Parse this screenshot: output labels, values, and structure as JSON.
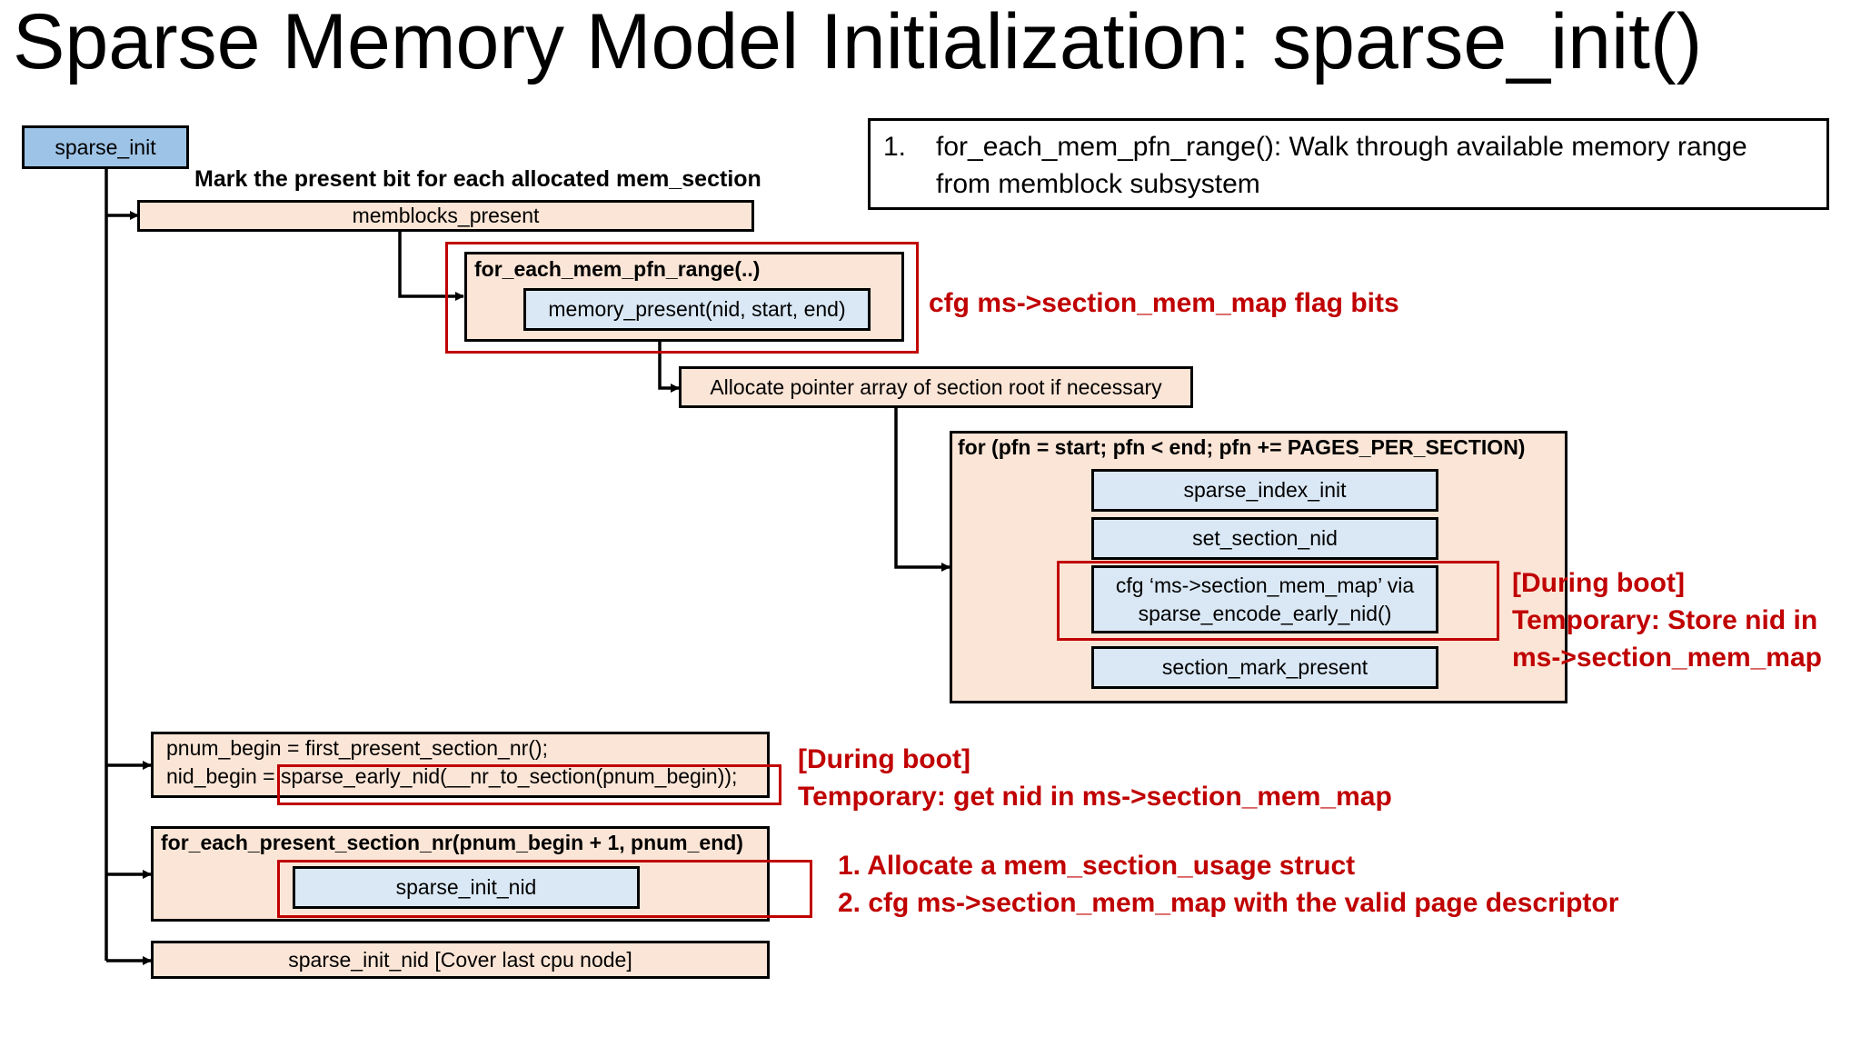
{
  "title": "Sparse Memory Model Initialization: sparse_init()",
  "root": "sparse_init",
  "mark_caption": "Mark the present bit for each allocated mem_section",
  "memblocks_present": "memblocks_present",
  "for_each_mem_pfn_range": "for_each_mem_pfn_range(..)",
  "memory_present": "memory_present(nid, start, end)",
  "flag_note": "cfg ms->section_mem_map flag bits",
  "allocate_root": "Allocate pointer array of section root if necessary",
  "for_pfn_loop": "for (pfn = start; pfn < end; pfn += PAGES_PER_SECTION)",
  "sparse_index_init": "sparse_index_init",
  "set_section_nid": "set_section_nid",
  "cfg_mem_map_line1": "cfg ‘ms->section_mem_map’ via",
  "cfg_mem_map_line2": "sparse_encode_early_nid()",
  "section_mark_present": "section_mark_present",
  "boot_note_1": {
    "line1": "[During boot]",
    "line2": "Temporary: Store nid in",
    "line3": "ms->section_mem_map"
  },
  "pnum_line1": "pnum_begin = first_present_section_nr();",
  "pnum_line2": "nid_begin = sparse_early_nid(__nr_to_section(pnum_begin));",
  "boot_note_2": {
    "line1": "[During boot]",
    "line2": "Temporary: get nid in ms->section_mem_map"
  },
  "for_each_present": "for_each_present_section_nr(pnum_begin + 1, pnum_end)",
  "sparse_init_nid": "sparse_init_nid",
  "alloc_note": {
    "line1": "1. Allocate a mem_section_usage struct",
    "line2": "2. cfg ms->section_mem_map with the valid page descriptor"
  },
  "sparse_init_nid_last": "sparse_init_nid [Cover last cpu node]",
  "side_note": {
    "number": "1.",
    "line1": "for_each_mem_pfn_range(): Walk through available memory range",
    "line2": "from memblock subsystem"
  },
  "colors": {
    "peach": "#fbe5d6",
    "light_blue": "#dae8f5",
    "root_blue": "#9dc3e6",
    "annotation_red": "#c00000"
  }
}
